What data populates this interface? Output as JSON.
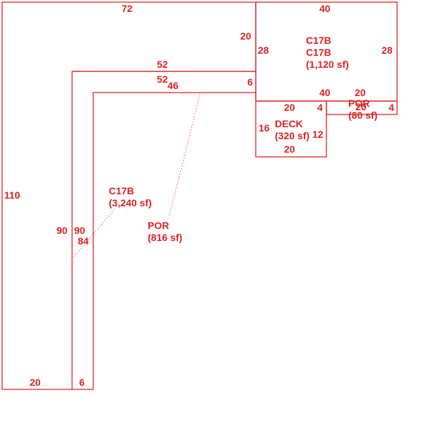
{
  "colors": {
    "line": "#dd2222",
    "text": "#dd2222",
    "background": "#ffffff"
  },
  "areas": {
    "main_label": "C17B",
    "main_area": "(3,240 sf)",
    "upper_label_1": "C17B",
    "upper_label_2": "C17B",
    "upper_area": "(1,120 sf)",
    "porch_label": "POR",
    "porch_area": "(816 sf)",
    "deck_label": "DECK",
    "deck_area": "(320 sf)",
    "small_porch_label": "POR",
    "small_porch_area": "(80 sf)"
  },
  "dimensions": {
    "top_72": "72",
    "left_110": "110",
    "bottom_20": "20",
    "bottom_6": "6",
    "inner_52_upper": "52",
    "inner_52_lower": "52",
    "inner_46": "46",
    "inner_6": "6",
    "inner_90_outer": "90",
    "inner_90_inner": "90",
    "inner_84": "84",
    "step_20": "20",
    "upper_top_40": "40",
    "upper_left_28": "28",
    "upper_right_28": "28",
    "upper_bottom_40": "40",
    "deck_top_20": "20",
    "deck_left_16": "16",
    "deck_right_12": "12",
    "deck_bottom_20": "20",
    "deck_4": "4",
    "porch_top_20": "20",
    "porch_bottom_20": "20",
    "porch_right_4": "4"
  }
}
